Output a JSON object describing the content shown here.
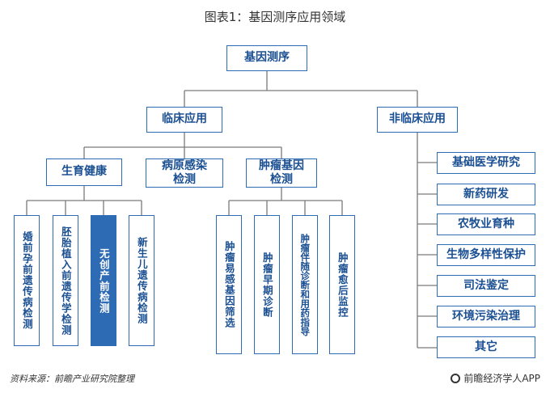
{
  "title": "图表1：基因测序应用领域",
  "root": "基因测序",
  "clinical": "临床应用",
  "nonclinical": "非临床应用",
  "fertility": "生育健康",
  "pathogen": "病原感染\n检测",
  "tumor": "肿瘤基因\n检测",
  "fertility_items": [
    "婚前孕前遗传病检测",
    "胚胎植入前遗传学检测",
    "无创产前检测",
    "新生儿遗传病检测"
  ],
  "tumor_items": [
    "肿瘤易感基因筛选",
    "肿瘤早期诊断",
    "肿瘤伴随诊断和用药指导",
    "肿瘤愈后监控"
  ],
  "nonclinical_items": [
    "基础医学研究",
    "新药研发",
    "农牧业育种",
    "生物多样性保护",
    "司法鉴定",
    "环境污染治理",
    "其它"
  ],
  "colors": {
    "border": "#2d6bb5",
    "text": "#1a4f92",
    "line": "#7a7a7a",
    "active_fill": "#2d6bb5"
  },
  "footer": {
    "source": "资料来源：前瞻产业研究院整理",
    "brand": "前瞻经济学人APP",
    "brand_icon": "logo-icon"
  }
}
